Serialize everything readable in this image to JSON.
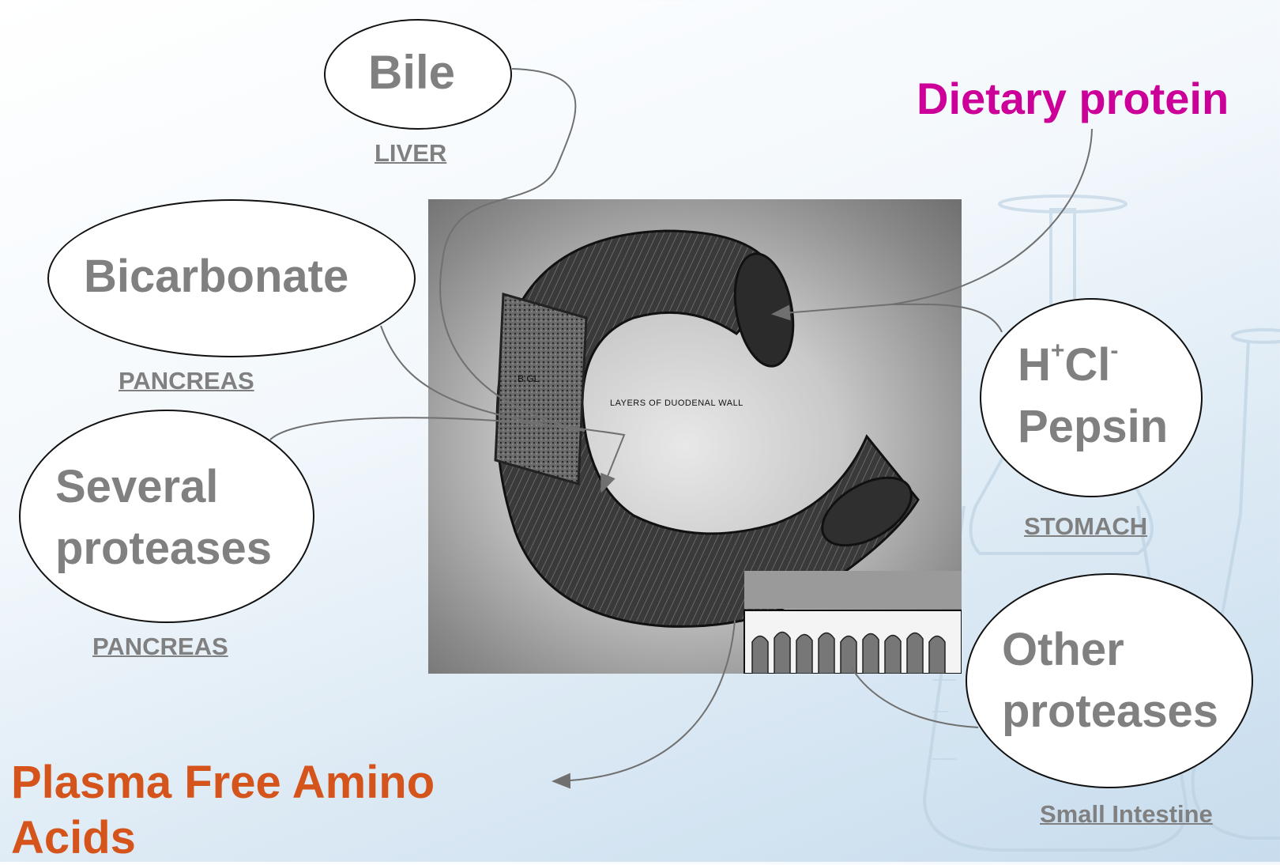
{
  "nodes": {
    "bile": {
      "label": "Bile",
      "organ": "LIVER"
    },
    "bicarbonate": {
      "label": "Bicarbonate",
      "organ": "PANCREAS"
    },
    "several_proteases": {
      "line1": "Several",
      "line2": "proteases",
      "organ": "PANCREAS"
    },
    "hcl_pepsin": {
      "h": "H",
      "plus": "+",
      "cl": "Cl",
      "minus": "-",
      "pepsin": "Pepsin",
      "organ": "STOMACH"
    },
    "other_proteases": {
      "line1": "Other",
      "line2": "proteases",
      "organ": "Small Intestine"
    }
  },
  "input": {
    "label": "Dietary protein"
  },
  "output": {
    "line1": "Plasma Free Amino",
    "line2": "Acids"
  },
  "image": {
    "caption": "LAYERS OF DUODENAL WALL",
    "tag": "B GL"
  },
  "colors": {
    "input": "#cc0099",
    "output": "#d4541c",
    "labels": "#808080",
    "connectors": "#707070"
  }
}
